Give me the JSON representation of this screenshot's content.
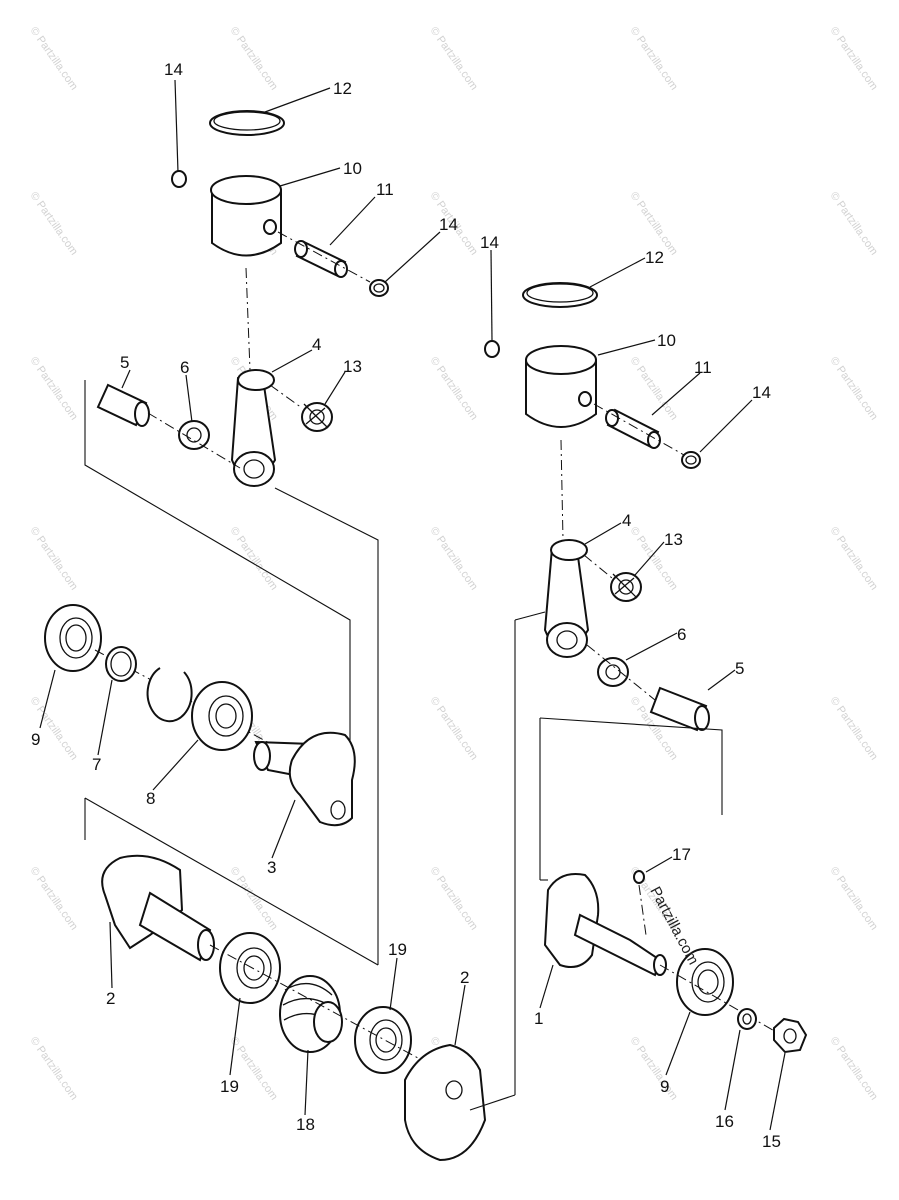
{
  "labels": {
    "c14a": "14",
    "c12a": "12",
    "c10a": "10",
    "c11a": "11",
    "c14b": "14",
    "c5a": "5",
    "c6a": "6",
    "c4a": "4",
    "c13a": "13",
    "c14c": "14",
    "c12b": "12",
    "c10b": "10",
    "c11b": "11",
    "c14d": "14",
    "c4b": "4",
    "c13b": "13",
    "c6b": "6",
    "c5b": "5",
    "c9a": "9",
    "c7": "7",
    "c8": "8",
    "c3": "3",
    "c17": "17",
    "c2a": "2",
    "c19a": "19",
    "c19b": "19",
    "c18": "18",
    "c2b": "2",
    "c1": "1",
    "c9b": "9",
    "c16": "16",
    "c15": "15"
  },
  "stamp_text": "Partzilla.com",
  "watermark_text": "© Partzilla.com",
  "colors": {
    "ink": "#111111",
    "watermark": "#d2d2d2",
    "paper": "#ffffff"
  }
}
